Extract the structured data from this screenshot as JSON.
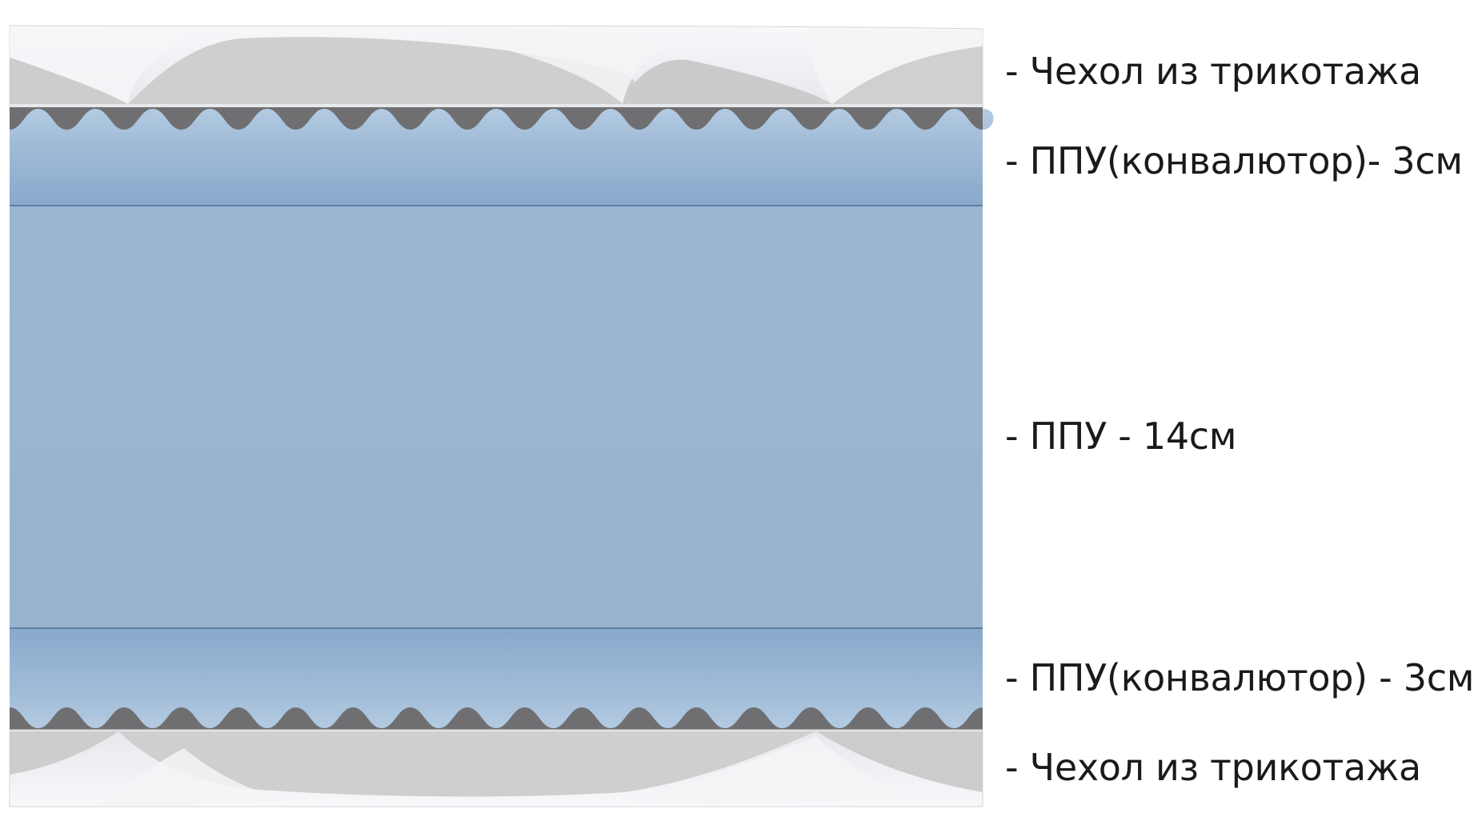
{
  "diagram": {
    "colors": {
      "cover": "#f1f2f4",
      "cover_padding": "#cfcfcf",
      "convoluted_foam": "#8fb0d0",
      "foam_top_band": "#a9c2db",
      "core_foam": "#9ab5cf",
      "felt_peaks": "#6f6f72",
      "layer_line": "#6686a8"
    },
    "layers": [
      {
        "label": "- Чехол из трикотажа"
      },
      {
        "label": "- ППУ(конвалютор)- 3см"
      },
      {
        "label": "- ППУ - 14см"
      },
      {
        "label": "- ППУ(конвалютор) - 3см"
      },
      {
        "label": "- Чехол из трикотажа"
      }
    ]
  }
}
